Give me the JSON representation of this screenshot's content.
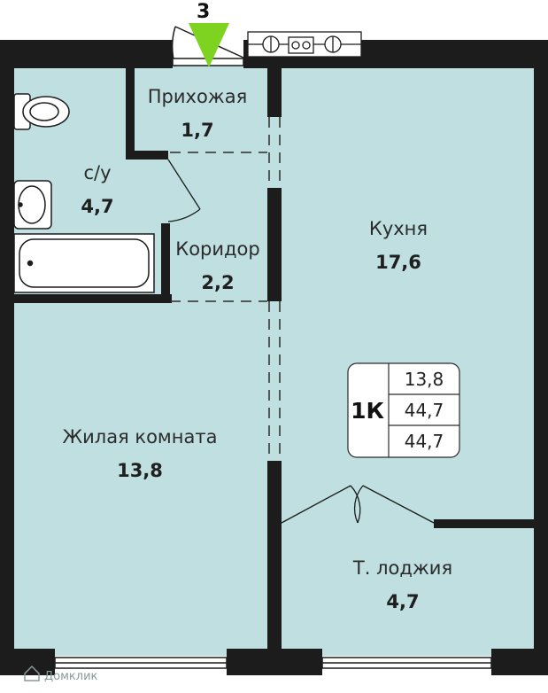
{
  "entrance": {
    "label": "3",
    "marker_color": "#7ed321"
  },
  "rooms": [
    {
      "name": "Прихожая",
      "area": "1,7"
    },
    {
      "name": "с/у",
      "area": "4,7"
    },
    {
      "name": "Коридор",
      "area": "2,2"
    },
    {
      "name": "Кухня",
      "area": "17,6"
    },
    {
      "name": "Жилая комната",
      "area": "13,8"
    },
    {
      "name": "Т. лоджия",
      "area": "4,7"
    }
  ],
  "summary": {
    "type": "1К",
    "values": [
      "13,8",
      "44,7",
      "44,7"
    ]
  },
  "watermark": "Домклик",
  "colors": {
    "floor": "#bfdfe0",
    "wall": "#1c1c1c",
    "background": "#ffffff"
  }
}
